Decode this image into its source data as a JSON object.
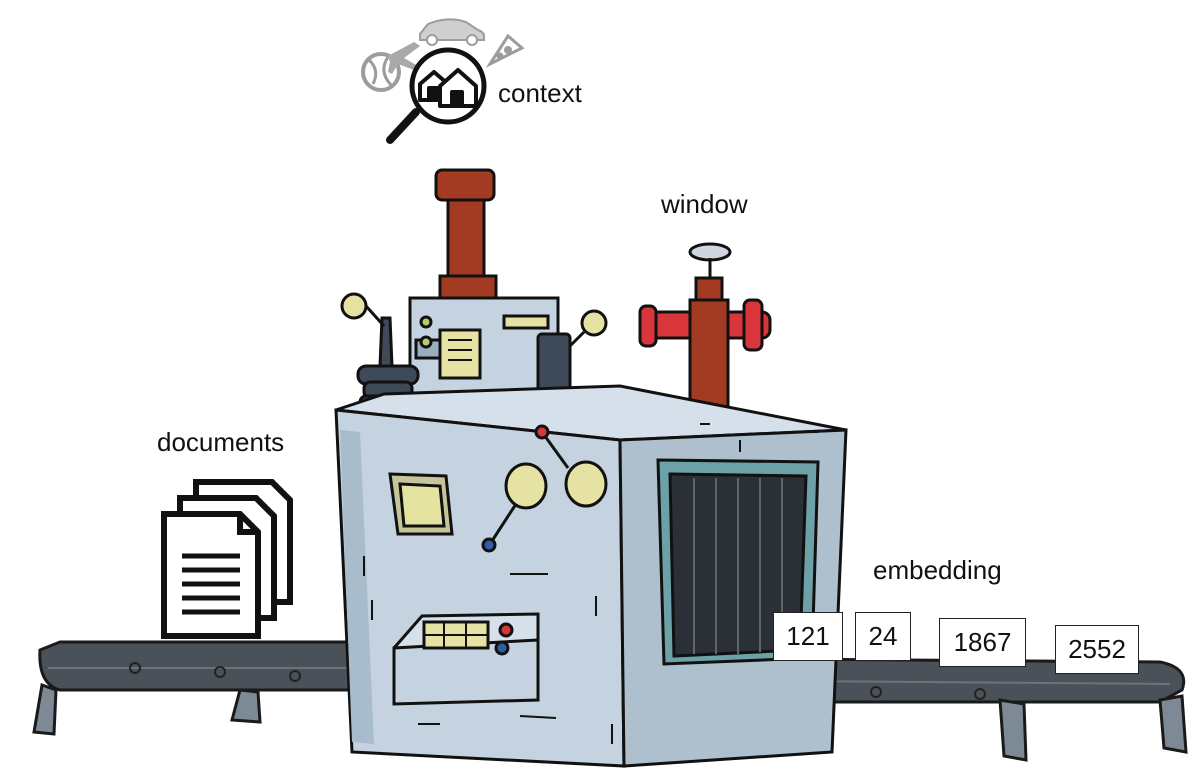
{
  "labels": {
    "context": "context",
    "window": "window",
    "documents": "documents",
    "embedding": "embedding"
  },
  "embedding_values": [
    "121",
    "24",
    "1867",
    "2552"
  ],
  "icons": [
    "car-icon",
    "globe-icon",
    "airplane-icon",
    "pizza-icon",
    "magnifier-icon",
    "houses-icon",
    "documents-stack-icon",
    "valve-wheel-icon",
    "gauge-icon",
    "lever-icon",
    "keypad-icon"
  ],
  "colors": {
    "machine_body": "#c4d3df",
    "machine_shadow": "#8fa5b6",
    "chimney_red": "#a33b22",
    "valve_red": "#d9363b",
    "conveyor": "#4b5158",
    "accent_yellow": "#e6e2a4",
    "outline": "#111111"
  }
}
